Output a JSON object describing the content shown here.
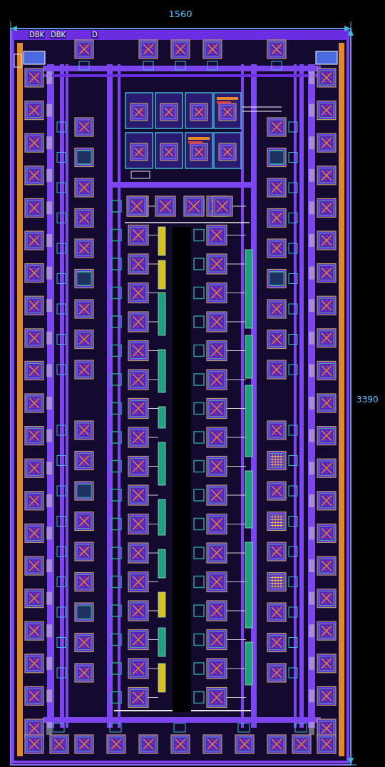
{
  "diagram": {
    "labels": [
      "1560",
      "3390",
      "DBK",
      "DBK",
      "D"
    ]
  }
}
